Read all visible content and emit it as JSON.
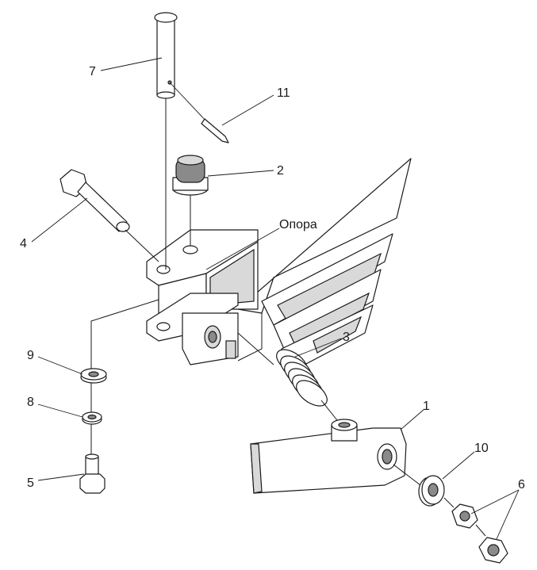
{
  "callouts": {
    "c1": "1",
    "c2": "2",
    "c3": "3",
    "c4": "4",
    "c5": "5",
    "c6": "6",
    "c7": "7",
    "c8": "8",
    "c9": "9",
    "c10": "10",
    "c11": "11",
    "support": "Опора"
  }
}
